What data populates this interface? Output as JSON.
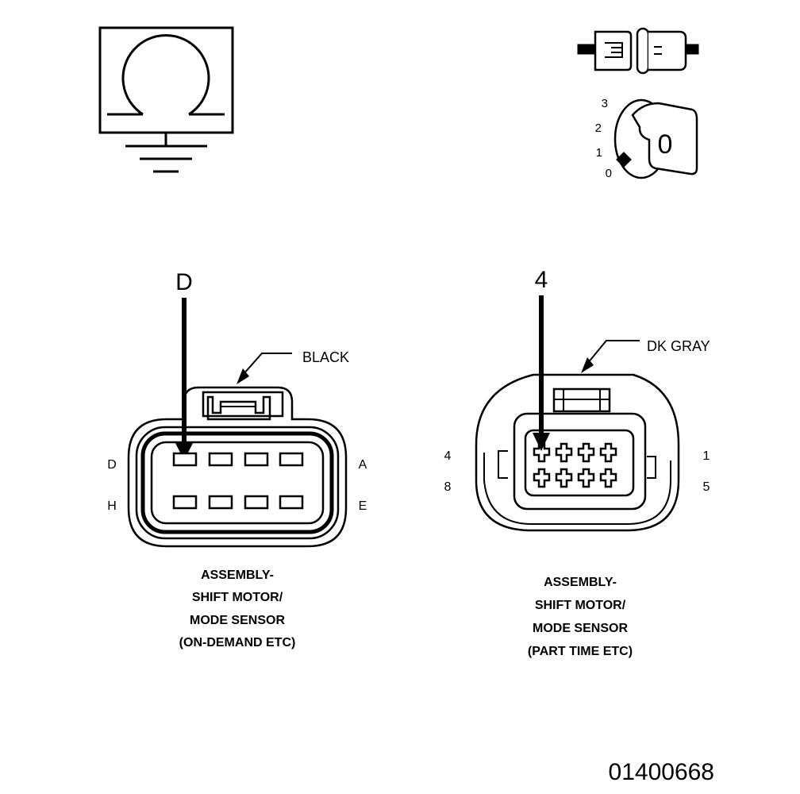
{
  "ohmmeter": {
    "icon": "ohmmeter-ground-icon"
  },
  "symbols": {
    "connector_icon": "disconnected-connector-icon",
    "ignition": {
      "icon": "ignition-key-icon",
      "positions": [
        "3",
        "2",
        "1",
        "0"
      ],
      "key_label": "0"
    }
  },
  "left_connector": {
    "pointer_label": "D",
    "color_label": "BLACK",
    "pin_labels": {
      "top_left": "D",
      "top_right": "A",
      "bottom_left": "H",
      "bottom_right": "E"
    },
    "caption": [
      "ASSEMBLY-",
      "SHIFT MOTOR/",
      "MODE SENSOR",
      "(ON-DEMAND ETC)"
    ]
  },
  "right_connector": {
    "pointer_label": "4",
    "color_label": "DK GRAY",
    "pin_labels": {
      "top_left": "4",
      "top_right": "1",
      "bottom_left": "8",
      "bottom_right": "5"
    },
    "caption": [
      "ASSEMBLY-",
      "SHIFT MOTOR/",
      "MODE SENSOR",
      "(PART TIME ETC)"
    ]
  },
  "figure_id": "01400668"
}
